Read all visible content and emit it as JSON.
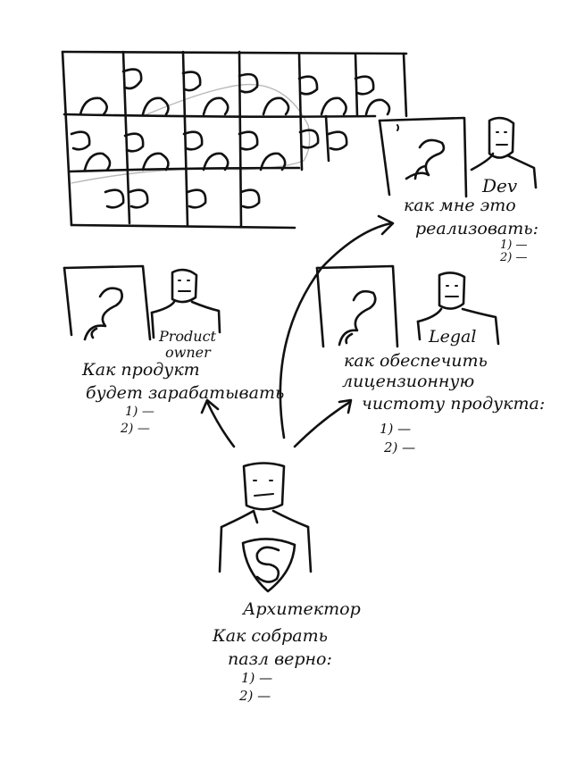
{
  "roles": {
    "dev": {
      "name": "Dev",
      "question": [
        "как мне это",
        "реализовать:"
      ],
      "items": [
        "1) —",
        "2) —"
      ]
    },
    "product_owner": {
      "name": [
        "Product",
        "owner"
      ],
      "question": [
        "Как продукт",
        "будет зарабатывать"
      ],
      "items": [
        "1) —",
        "2) —"
      ]
    },
    "legal": {
      "name": "Legal",
      "question": [
        "как обеспечить",
        "лицензионную",
        "чистоту продукта:"
      ],
      "items": [
        "1) —",
        "2) —"
      ]
    },
    "architect": {
      "name": "Архитектор",
      "badge": "S",
      "question": [
        "Как собрать",
        "пазл верно:"
      ],
      "items": [
        "1) —",
        "2) —"
      ]
    }
  }
}
